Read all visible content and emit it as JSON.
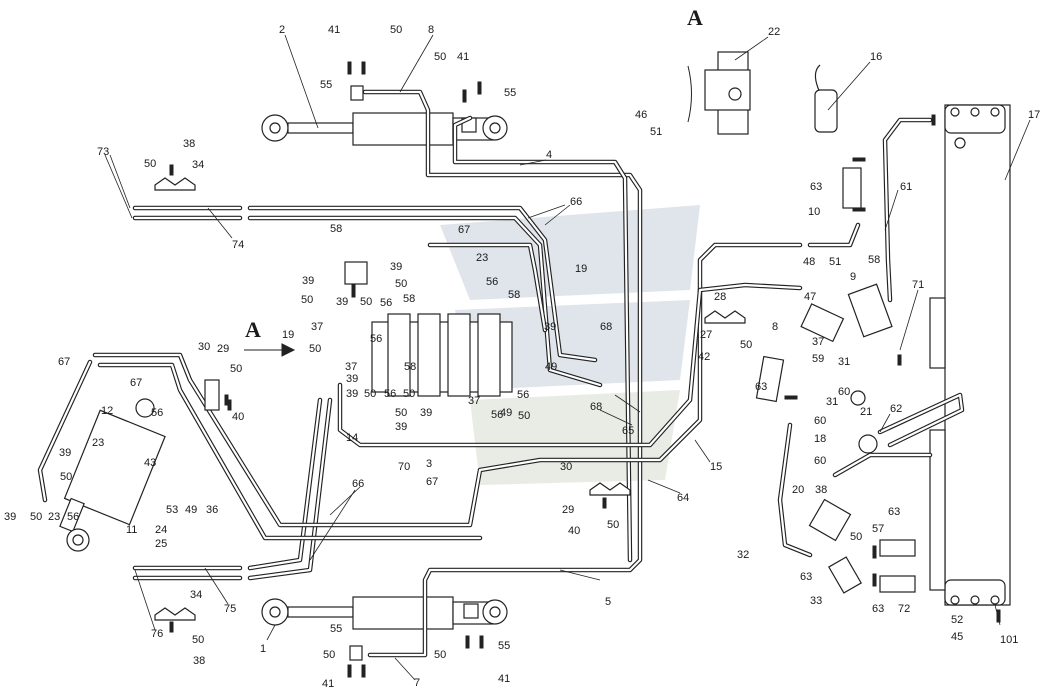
{
  "figure": {
    "view_letter": "A",
    "view_arrow_label": "A"
  },
  "callouts": {
    "c1": "1",
    "c2": "2",
    "c3": "3",
    "c4": "4",
    "c5": "5",
    "c7": "7",
    "c8a": "8",
    "c8b": "8",
    "c9": "9",
    "c10": "10",
    "c11": "11",
    "c12": "12",
    "c14": "14",
    "c15": "15",
    "c16": "16",
    "c17": "17",
    "c18": "18",
    "c19a": "19",
    "c19b": "19",
    "c20": "20",
    "c21": "21",
    "c22": "22",
    "c23a": "23",
    "c23b": "23",
    "c23c": "23",
    "c24": "24",
    "c25": "25",
    "c27": "27",
    "c28": "28",
    "c29a": "29",
    "c29b": "29",
    "c30a": "30",
    "c30b": "30",
    "c31a": "31",
    "c31b": "31",
    "c32": "32",
    "c33": "33",
    "c34a": "34",
    "c34b": "34",
    "c36": "36",
    "c37a": "37",
    "c37b": "37",
    "c38a": "38",
    "c38b": "38",
    "c38c": "38",
    "c39a": "39",
    "c39b": "39",
    "c39c": "39",
    "c39d": "39",
    "c39e": "39",
    "c39f": "39",
    "c39g": "39",
    "c40a": "40",
    "c40b": "40",
    "c41a": "41",
    "c41b": "41",
    "c41c": "41",
    "c41d": "41",
    "c42": "42",
    "c43": "43",
    "c45": "45",
    "c46": "46",
    "c47": "47",
    "c48": "48",
    "c49a": "49",
    "c49b": "49",
    "c50a": "50",
    "c50b": "50",
    "c50c": "50",
    "c50d": "50",
    "c50e": "50",
    "c50f": "50",
    "c50g": "50",
    "c50h": "50",
    "c50i": "50",
    "c50j": "50",
    "c50k": "50",
    "c50l": "50",
    "c50m": "50",
    "c50n": "50",
    "c50o": "50",
    "c50p": "50",
    "c50q": "50",
    "c50r": "50",
    "c50s": "50",
    "c50t": "50",
    "c50u": "50",
    "c50v": "50",
    "c50w": "50",
    "c51a": "51",
    "c51b": "51",
    "c52": "52",
    "c53": "53",
    "c55a": "55",
    "c55b": "55",
    "c55c": "55",
    "c55d": "55",
    "c56a": "56",
    "c56b": "56",
    "c56c": "56",
    "c56d": "56",
    "c56e": "56",
    "c56f": "56",
    "c57": "57",
    "c58a": "58",
    "c58b": "58",
    "c58c": "58",
    "c58d": "58",
    "c58e": "58",
    "c59": "59",
    "c60a": "60",
    "c60b": "60",
    "c60c": "60",
    "c61": "61",
    "c62": "62",
    "c63a": "63",
    "c63b": "63",
    "c63c": "63",
    "c63d": "63",
    "c63e": "63",
    "c64": "64",
    "c65": "65",
    "c66a": "66",
    "c66b": "66",
    "c67a": "67",
    "c67b": "67",
    "c67c": "67",
    "c67d": "67",
    "c68a": "68",
    "c68b": "68",
    "c70": "70",
    "c71": "71",
    "c72": "72",
    "c73": "73",
    "c74": "74",
    "c75": "75",
    "c76": "76",
    "c101": "101"
  }
}
